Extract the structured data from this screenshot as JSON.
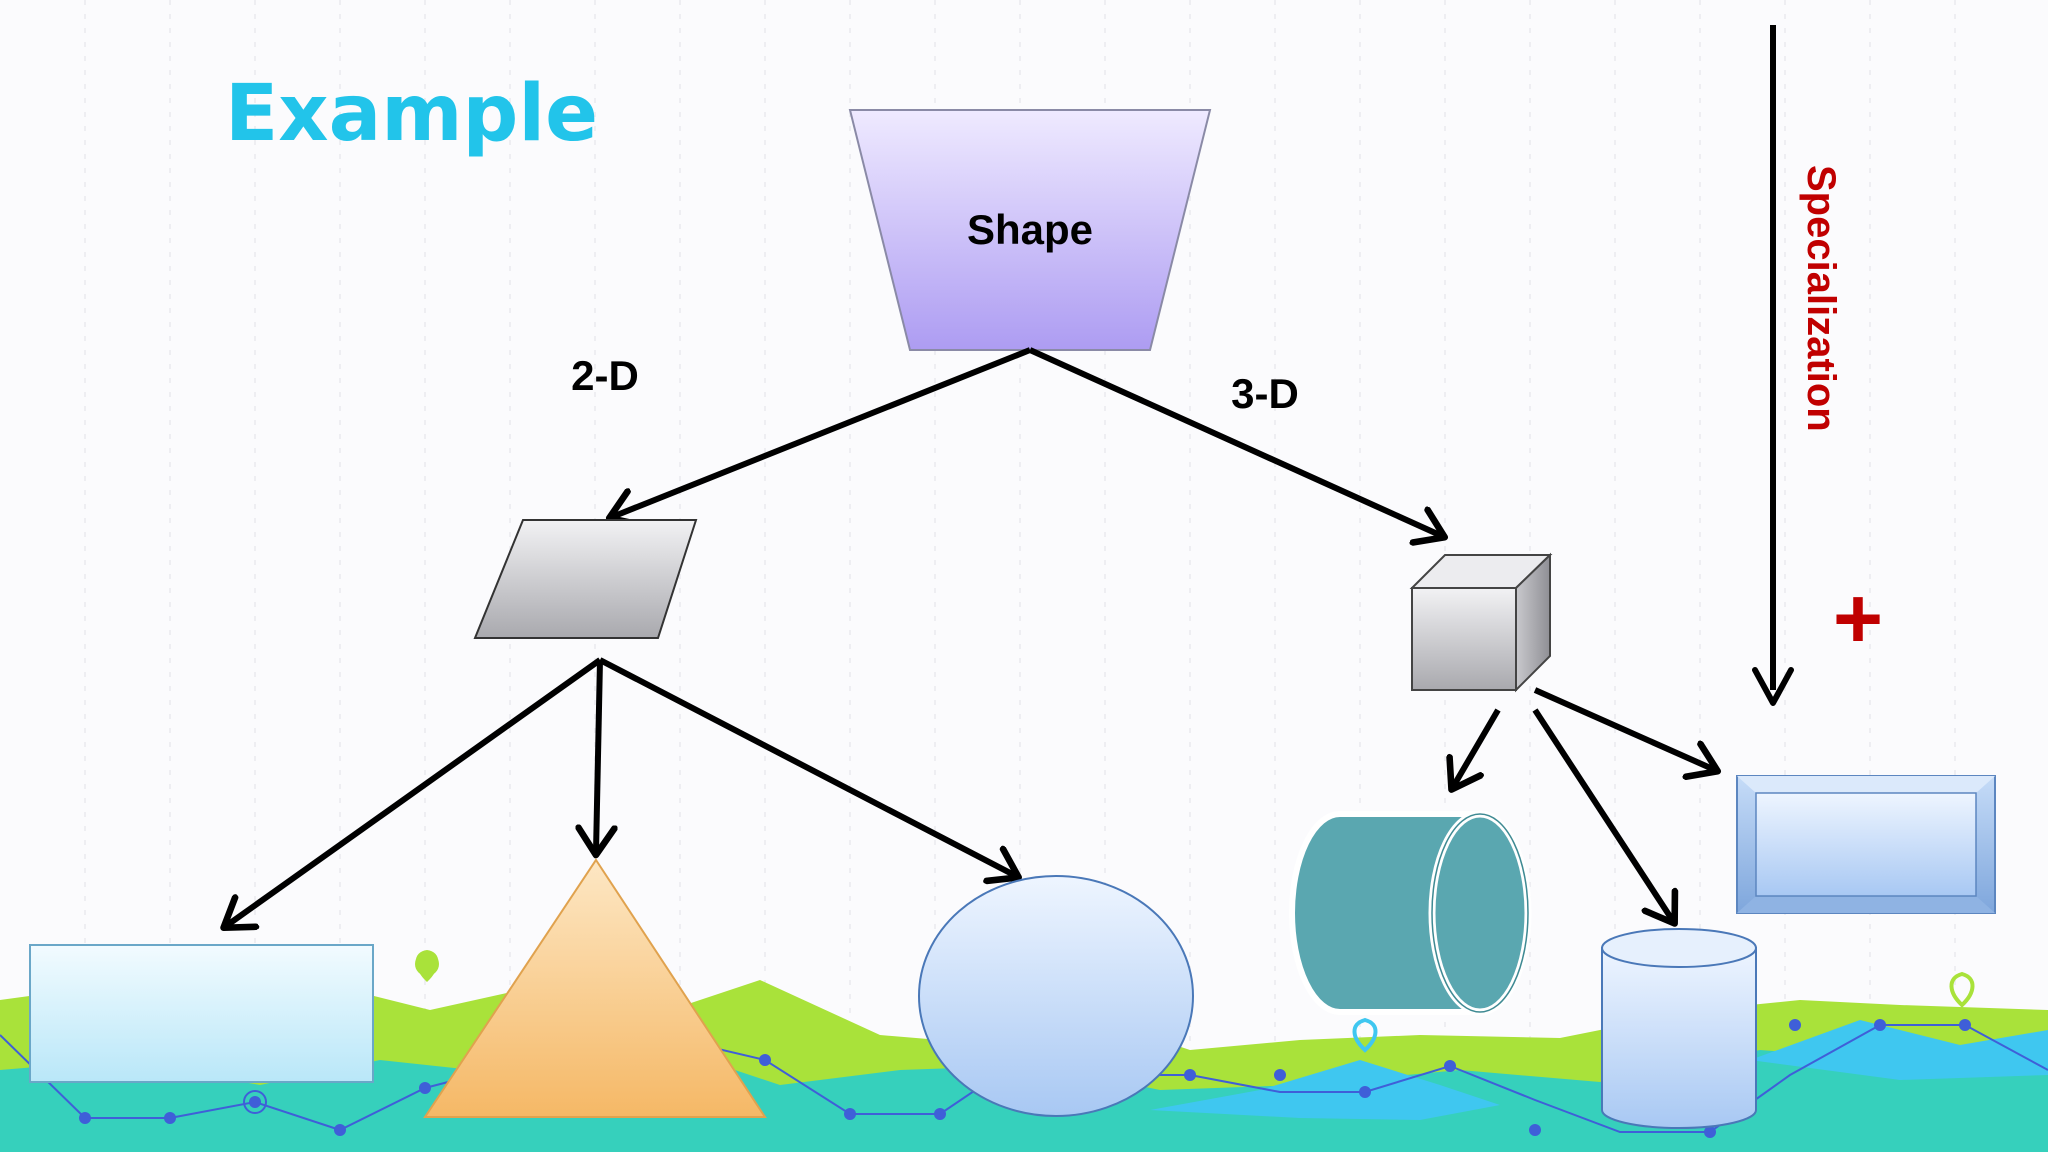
{
  "slide": {
    "title": "Example",
    "root_label": "Shape",
    "branch_left_label": "2-D",
    "branch_right_label": "3-D",
    "axis_label": "Specialization",
    "plus_symbol": "+"
  },
  "colors": {
    "title": "#22c4ea",
    "axis_label": "#c00000",
    "plus": "#c00000",
    "arrow": "#000000",
    "root_fill_top": "#ece6ff",
    "root_fill_bottom": "#b3a3f4",
    "gray_shape": "#c8c8cc",
    "light_blue": "#cfe2fb",
    "cyan_box": "#d8f3fb",
    "orange_triangle": "#f9c77d",
    "teal_cylinder": "#5aa7b0",
    "bg_green": "#a9e23a",
    "bg_teal": "#36d0bc",
    "bg_blue": "#3fc7f0",
    "line_blue": "#3f5fd8"
  },
  "icons": [
    "arrow-down-icon",
    "location-pin-icon",
    "plus-icon"
  ]
}
